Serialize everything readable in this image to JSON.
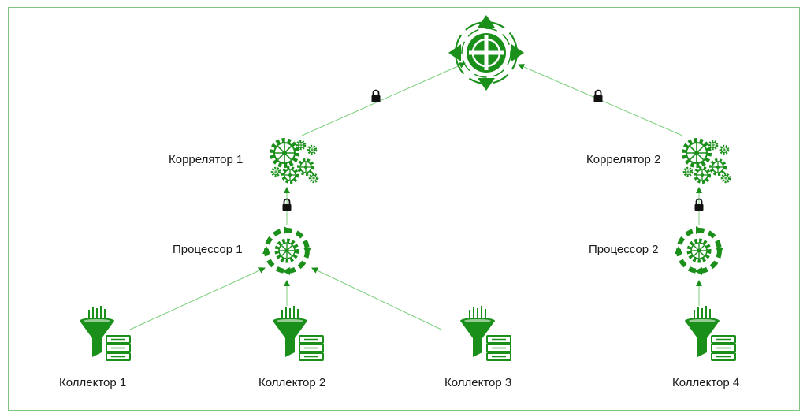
{
  "diagram": {
    "colors": {
      "accent": "#1a8f1a",
      "line": "#7ccf7c",
      "lock": "#111111",
      "frame": "#7fc47f"
    },
    "nodes": {
      "hub": {
        "icon": "compass-hub-icon"
      },
      "correlator_1": {
        "label": "Коррелятор 1",
        "icon": "gears-icon"
      },
      "correlator_2": {
        "label": "Коррелятор 2",
        "icon": "gears-icon"
      },
      "processor_1": {
        "label": "Процессор 1",
        "icon": "processor-cycle-icon"
      },
      "processor_2": {
        "label": "Процессор 2",
        "icon": "processor-cycle-icon"
      },
      "collector_1": {
        "label": "Коллектор 1",
        "icon": "funnel-server-icon"
      },
      "collector_2": {
        "label": "Коллектор 2",
        "icon": "funnel-server-icon"
      },
      "collector_3": {
        "label": "Коллектор 3",
        "icon": "funnel-server-icon"
      },
      "collector_4": {
        "label": "Коллектор 4",
        "icon": "funnel-server-icon"
      }
    },
    "edges": [
      {
        "from": "correlator_1",
        "to": "hub",
        "secured": true
      },
      {
        "from": "correlator_2",
        "to": "hub",
        "secured": true
      },
      {
        "from": "processor_1",
        "to": "correlator_1",
        "secured": true
      },
      {
        "from": "processor_2",
        "to": "correlator_2",
        "secured": true
      },
      {
        "from": "collector_1",
        "to": "processor_1",
        "secured": false
      },
      {
        "from": "collector_2",
        "to": "processor_1",
        "secured": false
      },
      {
        "from": "collector_3",
        "to": "processor_1",
        "secured": false
      },
      {
        "from": "collector_4",
        "to": "processor_2",
        "secured": false
      }
    ]
  }
}
